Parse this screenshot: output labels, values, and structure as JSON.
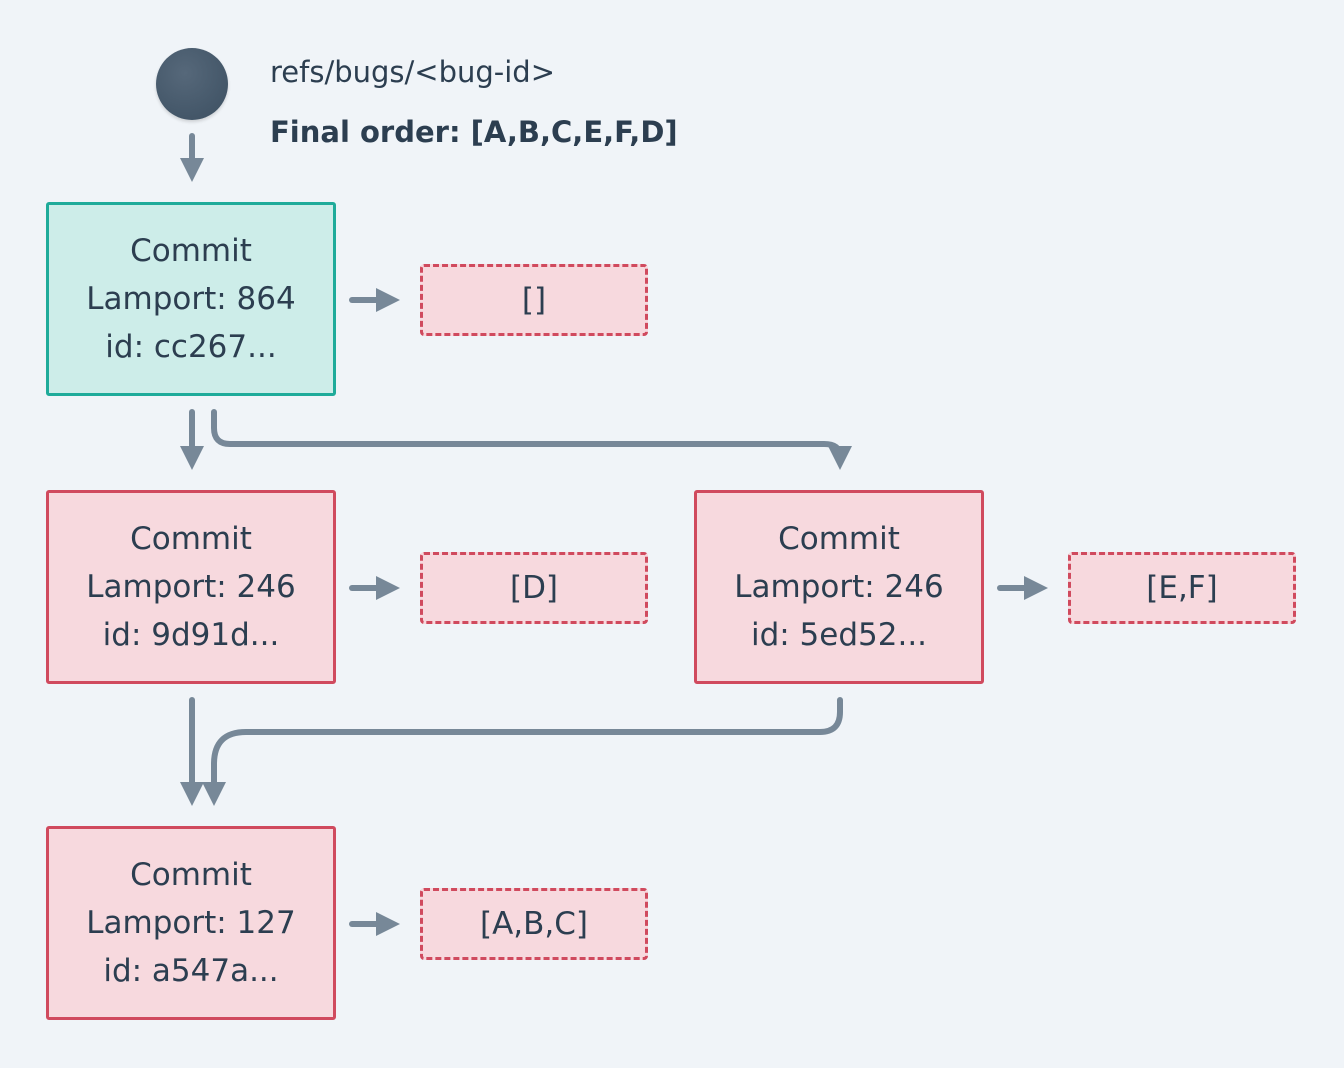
{
  "header": {
    "ref": "refs/bugs/<bug-id>",
    "final_order": "Final order: [A,B,C,E,F,D]"
  },
  "commits": [
    {
      "title": "Commit",
      "lamport": "Lamport: 864",
      "id": "id: cc267...",
      "ops": "[]"
    },
    {
      "title": "Commit",
      "lamport": "Lamport: 246",
      "id": "id: 9d91d...",
      "ops": "[D]"
    },
    {
      "title": "Commit",
      "lamport": "Lamport: 246",
      "id": "id: 5ed52...",
      "ops": "[E,F]"
    },
    {
      "title": "Commit",
      "lamport": "Lamport: 127",
      "id": "id: a547a...",
      "ops": "[A,B,C]"
    }
  ],
  "colors": {
    "head_fill": "#cdede9",
    "head_border": "#1fab9a",
    "commit_fill": "#f7d9de",
    "commit_border": "#d04a5e",
    "edge": "#778898",
    "start_node": "#4a5c6e"
  }
}
